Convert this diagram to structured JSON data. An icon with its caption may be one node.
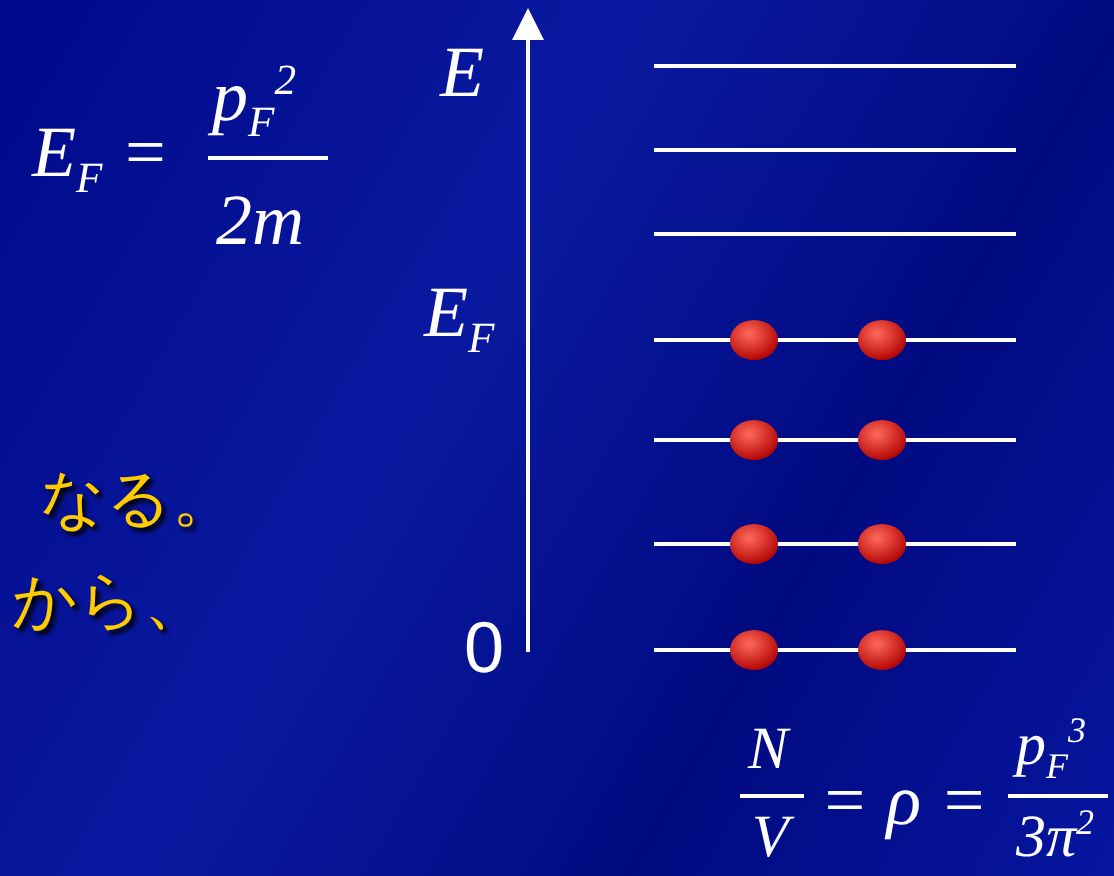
{
  "diagram": {
    "labels": [
      "E$_{F}$ =",
      "p$_{F}$$^{2}$",
      "2m",
      "E",
      "E$_{F}$",
      "なる。",
      "から、",
      "0",
      "N",
      "V",
      "= ρ =",
      "p$_{F}$$^{3}$",
      "3π$^{2}$"
    ]
  }
}
